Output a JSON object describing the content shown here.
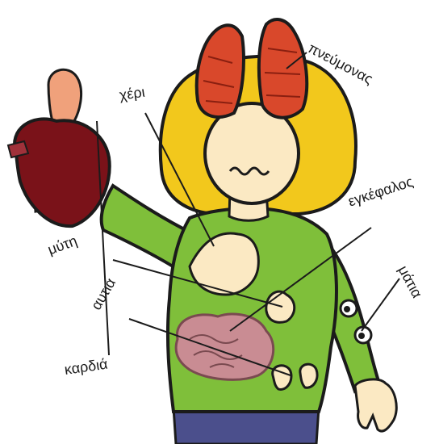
{
  "labels": {
    "lungs": "πνεύμονας",
    "hand": "χέρι",
    "brain": "εγκέφαλος",
    "nose": "μύτη",
    "eyes": "μάτια",
    "ears": "αυτιά",
    "heart": "καρδιά"
  },
  "colors": {
    "hair": "#f2c81c",
    "skin": "#fbe9c3",
    "shirt": "#7fbf3a",
    "lungs": "#d9482b",
    "heart": "#7a1219",
    "brain": "#c98c93",
    "pants": "#4b4f8c"
  }
}
